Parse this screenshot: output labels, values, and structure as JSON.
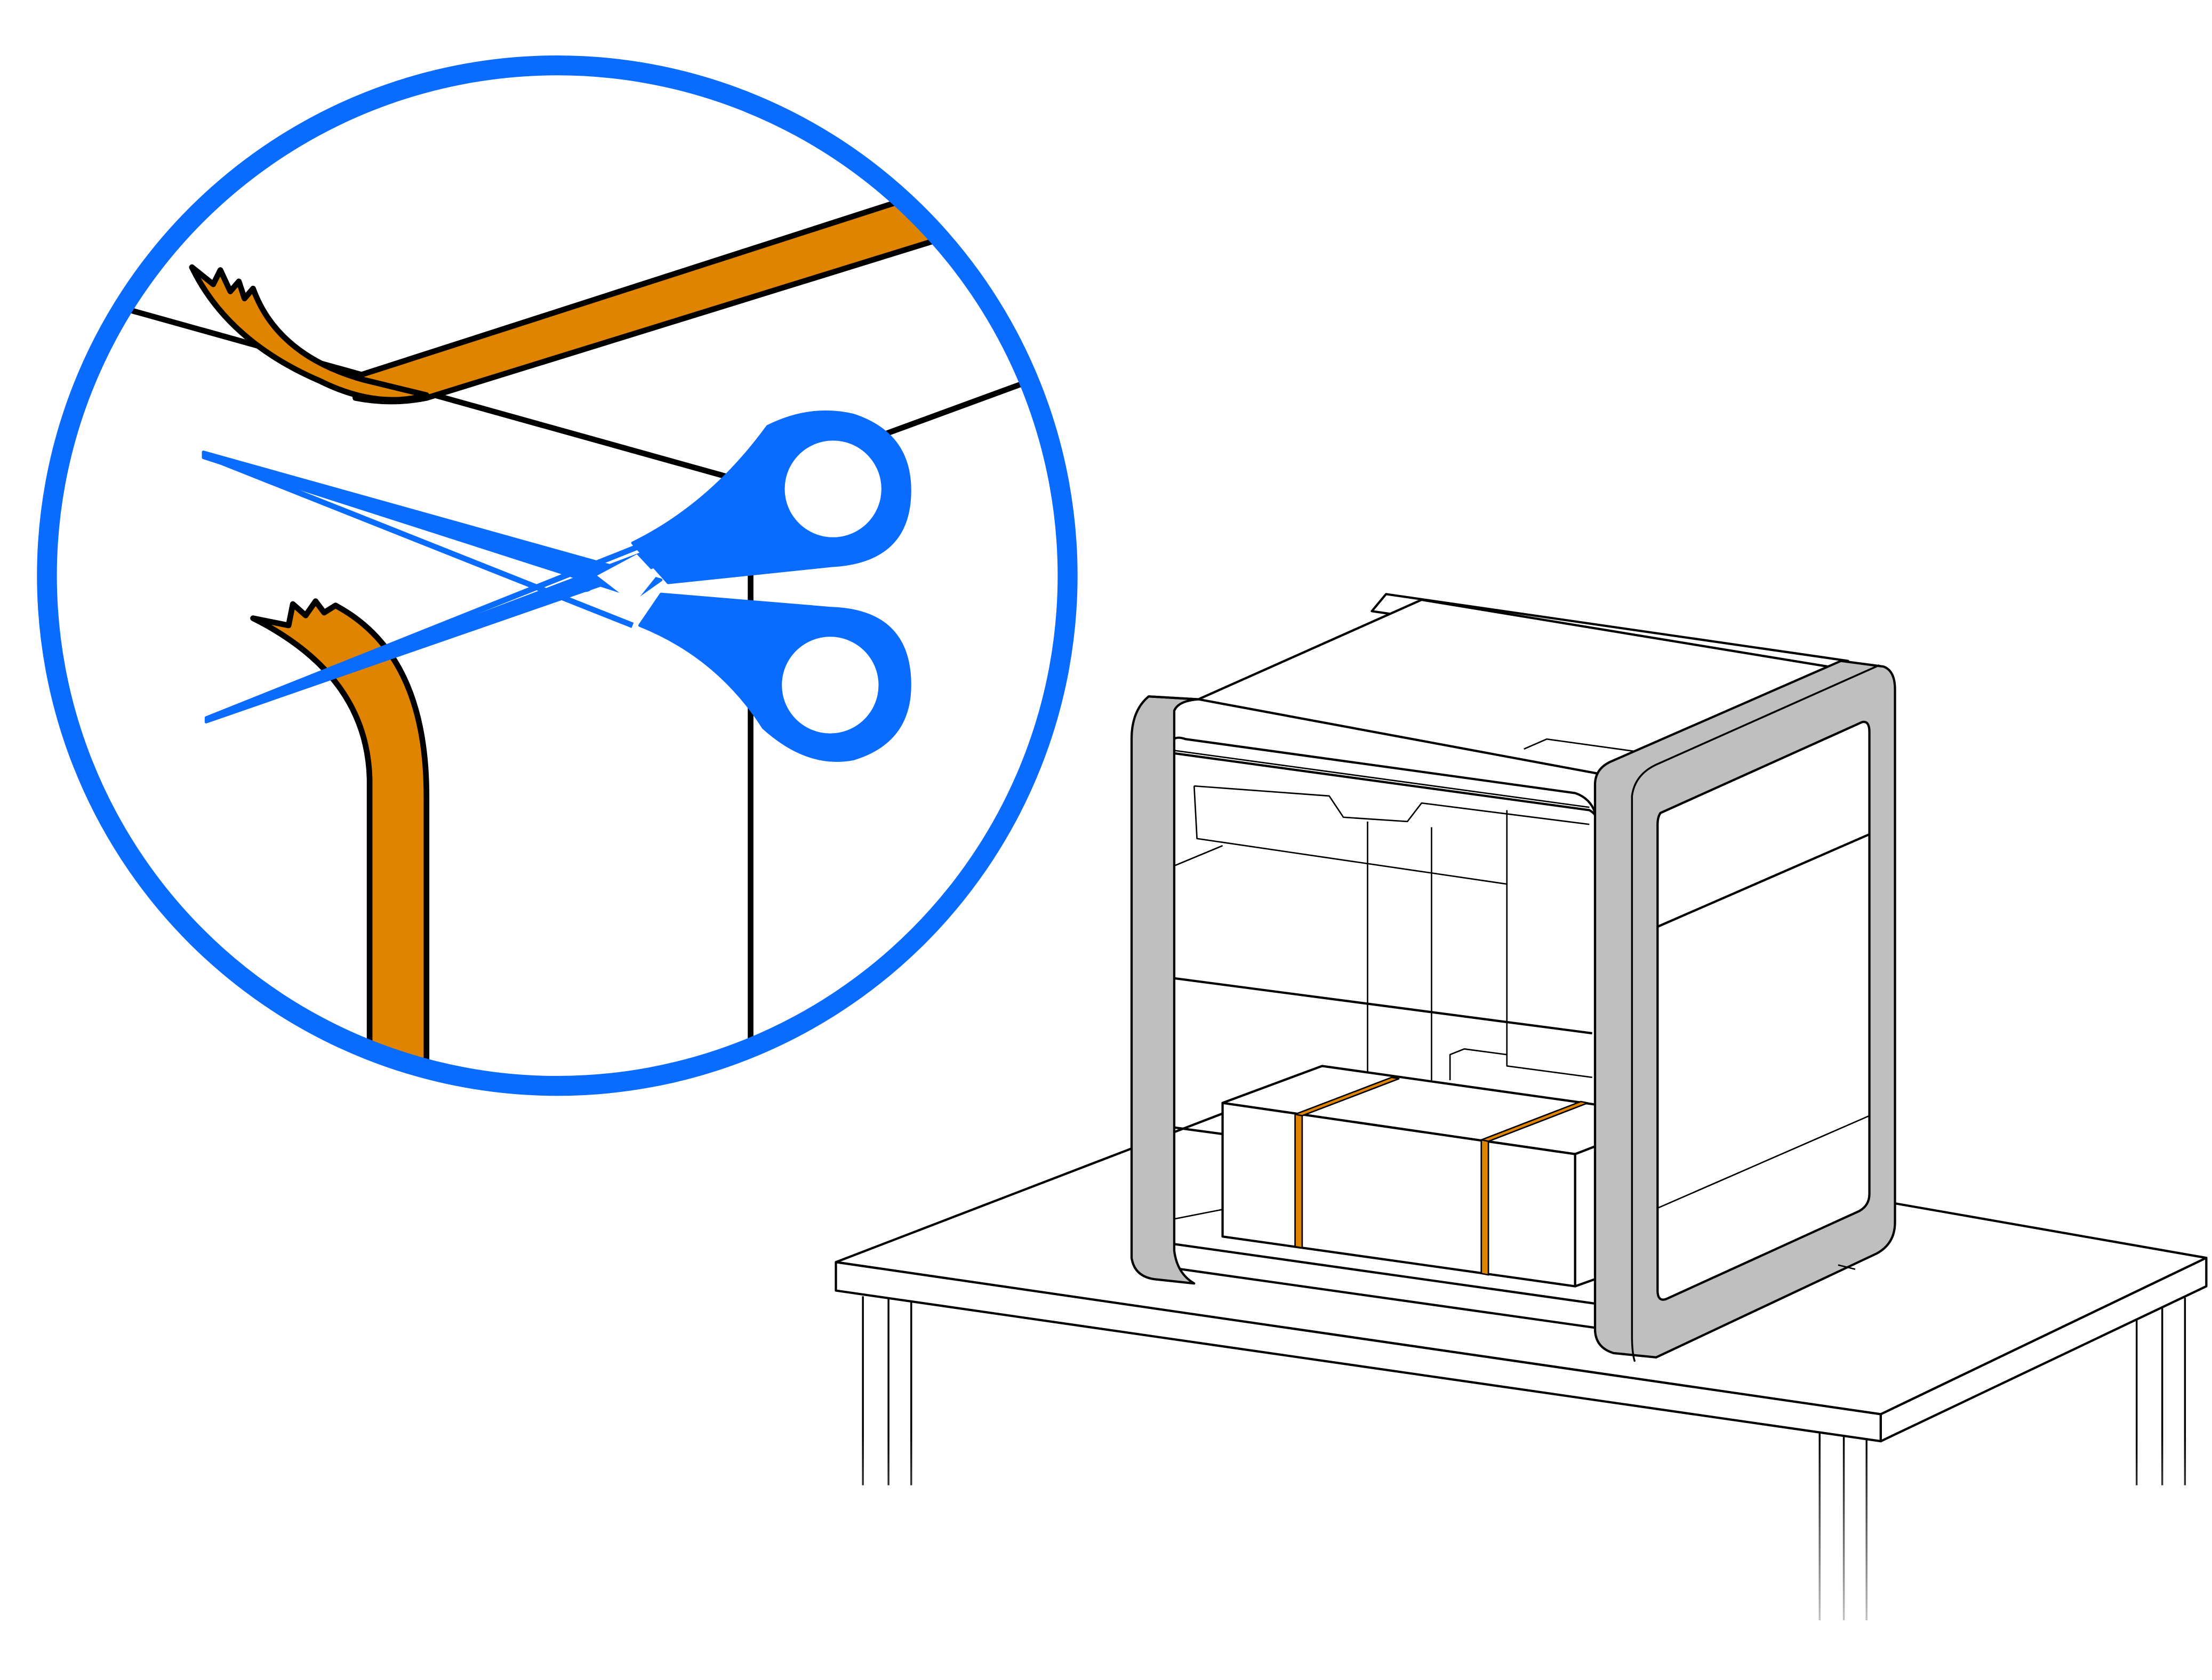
{
  "figure": {
    "kind": "instruction-illustration",
    "step": "cut-straps",
    "has_text": false
  },
  "colors": {
    "background": "#ffffff",
    "callout_ring": "#0a6cff",
    "scissors": "#0a6cff",
    "strap": "#e08400",
    "outline": "#000000",
    "frame_grey": "#bfbfbf"
  },
  "icons": {
    "tool": "scissors-icon",
    "callout": "magnifier-callout",
    "device": "printer-enclosure",
    "support": "table"
  },
  "scene": {
    "elements": [
      "callout-circle",
      "cut-strap",
      "scissors",
      "printer-enclosure",
      "strapped-box",
      "table"
    ],
    "box_strap_count": 2
  }
}
